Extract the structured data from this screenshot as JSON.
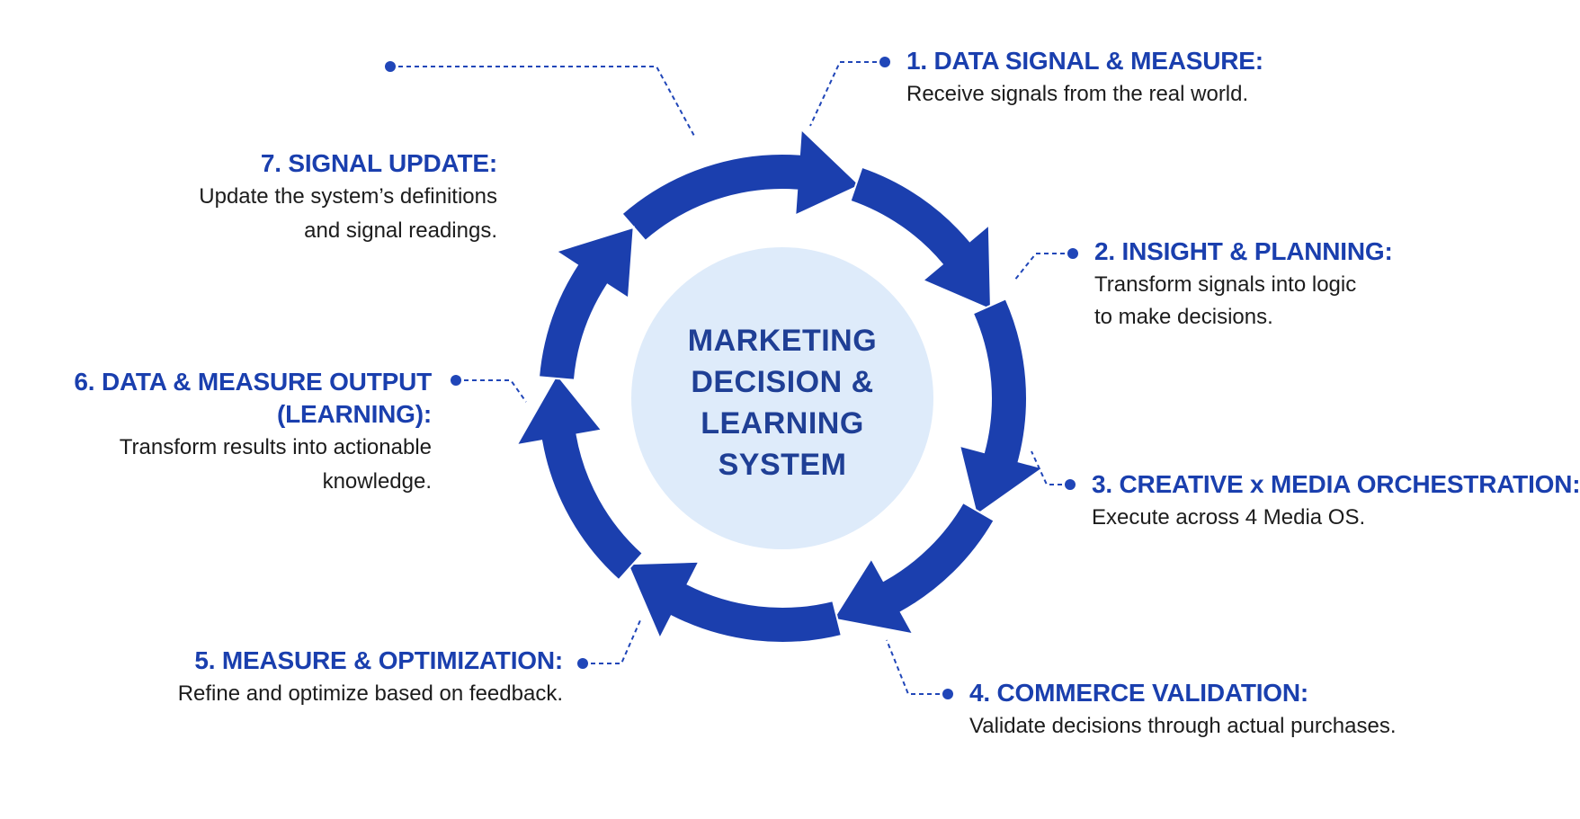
{
  "center": {
    "lines": [
      "MARKETING",
      "DECISION &",
      "LEARNING",
      "SYSTEM"
    ]
  },
  "steps": [
    {
      "title": "1. DATA SIGNAL & MEASURE:",
      "desc": [
        "Receive signals from the real world."
      ]
    },
    {
      "title": "2. INSIGHT & PLANNING:",
      "desc": [
        "Transform signals into logic",
        "to make decisions."
      ]
    },
    {
      "title": "3. CREATIVE x MEDIA ORCHESTRATION:",
      "desc": [
        "Execute across 4 Media OS."
      ]
    },
    {
      "title": "4. COMMERCE VALIDATION:",
      "desc": [
        "Validate decisions through actual purchases."
      ]
    },
    {
      "title": "5. MEASURE & OPTIMIZATION:",
      "desc": [
        "Refine and optimize based on feedback."
      ]
    },
    {
      "title_lines": [
        "6. DATA & MEASURE OUTPUT",
        "(LEARNING):"
      ],
      "desc": [
        "Transform results into actionable",
        "knowledge."
      ]
    },
    {
      "title": "7. SIGNAL UPDATE:",
      "desc": [
        "Update the system’s definitions",
        "and signal readings."
      ]
    }
  ],
  "colors": {
    "arrow": "#1b3fae",
    "title": "#1a3fae",
    "center_fill": "#deebfa",
    "center_text": "#1f3f95",
    "connector": "#2046b8",
    "body_text": "#1c1c1c"
  }
}
